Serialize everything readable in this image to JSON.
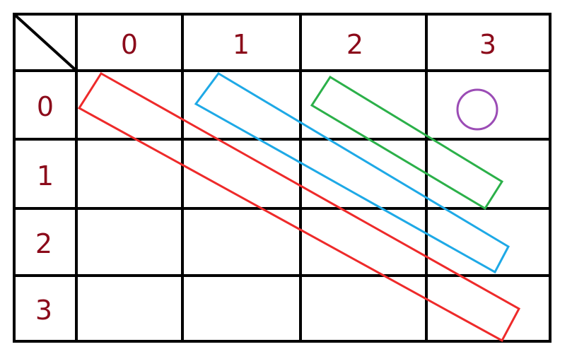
{
  "colors": {
    "grid": "#000000",
    "labels": "#8b0a1a",
    "red": "#ee2a2a",
    "blue": "#1ea9e6",
    "green": "#2bb049",
    "purple": "#9b4cb5"
  },
  "column_headers": [
    "0",
    "1",
    "2",
    "3"
  ],
  "row_headers": [
    "0",
    "1",
    "2",
    "3"
  ],
  "diagonal_groups": [
    {
      "name": "red-diagonal",
      "color": "red"
    },
    {
      "name": "blue-diagonal",
      "color": "blue"
    },
    {
      "name": "green-diagonal",
      "color": "green"
    }
  ],
  "single_marker": {
    "name": "purple-circle",
    "color": "purple"
  }
}
